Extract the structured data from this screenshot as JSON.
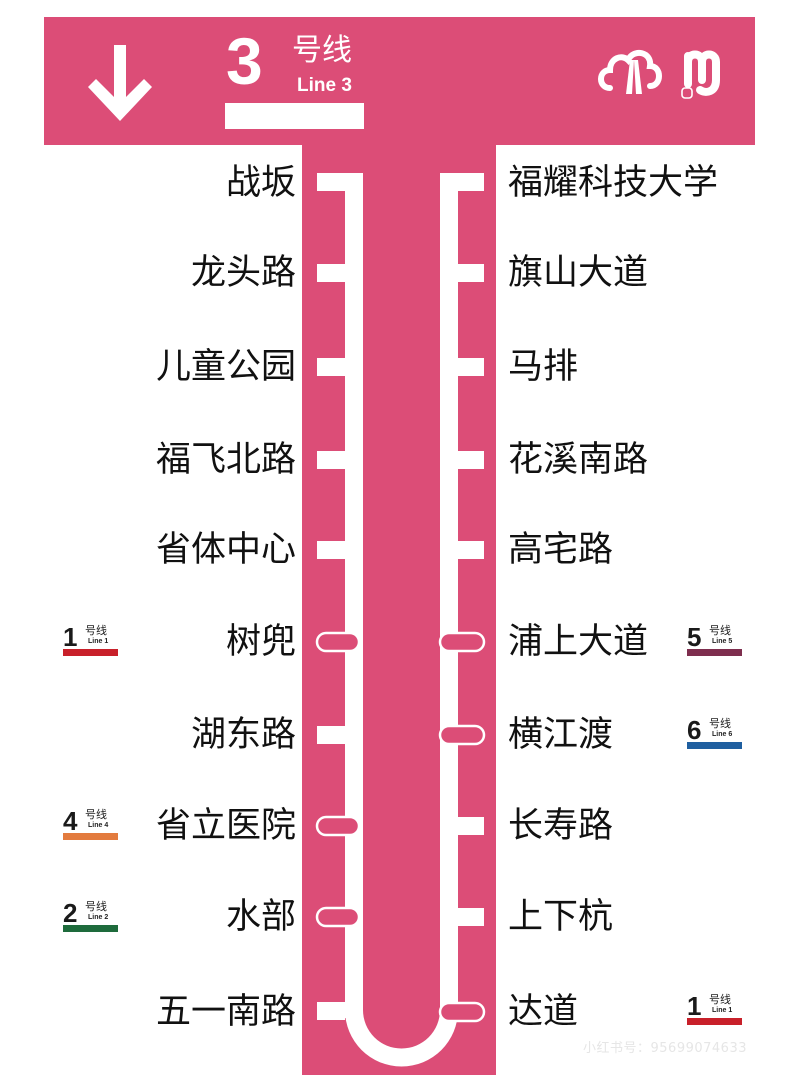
{
  "header": {
    "direction_icon": "down-arrow-icon",
    "line_number": "3",
    "line_label_cn": "号线",
    "line_label_en": "Line 3",
    "logo_icon": "fuzhou-metro-logo-icon",
    "background_color": "#DC4D77"
  },
  "line": {
    "color": "#DC4D77",
    "track_color": "#FFFFFF"
  },
  "stations_left": [
    {
      "name": "战坂",
      "transfer": null
    },
    {
      "name": "龙头路",
      "transfer": null
    },
    {
      "name": "儿童公园",
      "transfer": null
    },
    {
      "name": "福飞北路",
      "transfer": null
    },
    {
      "name": "省体中心",
      "transfer": null
    },
    {
      "name": "树兜",
      "transfer": {
        "number": "1",
        "cn": "号线",
        "en": "Line 1",
        "color": "#C8202A"
      }
    },
    {
      "name": "湖东路",
      "transfer": null
    },
    {
      "name": "省立医院",
      "transfer": {
        "number": "4",
        "cn": "号线",
        "en": "Line 4",
        "color": "#E37B3E"
      }
    },
    {
      "name": "水部",
      "transfer": {
        "number": "2",
        "cn": "号线",
        "en": "Line 2",
        "color": "#1E6B3C"
      }
    },
    {
      "name": "五一南路",
      "transfer": null
    }
  ],
  "stations_right": [
    {
      "name": "福耀科技大学",
      "transfer": null
    },
    {
      "name": "旗山大道",
      "transfer": null
    },
    {
      "name": "马排",
      "transfer": null
    },
    {
      "name": "花溪南路",
      "transfer": null
    },
    {
      "name": "高宅路",
      "transfer": null
    },
    {
      "name": "浦上大道",
      "transfer": {
        "number": "5",
        "cn": "号线",
        "en": "Line 5",
        "color": "#7E2E4E"
      }
    },
    {
      "name": "横江渡",
      "transfer": {
        "number": "6",
        "cn": "号线",
        "en": "Line 6",
        "color": "#1F5FA0"
      }
    },
    {
      "name": "长寿路",
      "transfer": null
    },
    {
      "name": "上下杭",
      "transfer": null
    },
    {
      "name": "达道",
      "transfer": {
        "number": "1",
        "cn": "号线",
        "en": "Line 1",
        "color": "#C8202A"
      }
    }
  ],
  "watermark": "小红书号：95699074633"
}
